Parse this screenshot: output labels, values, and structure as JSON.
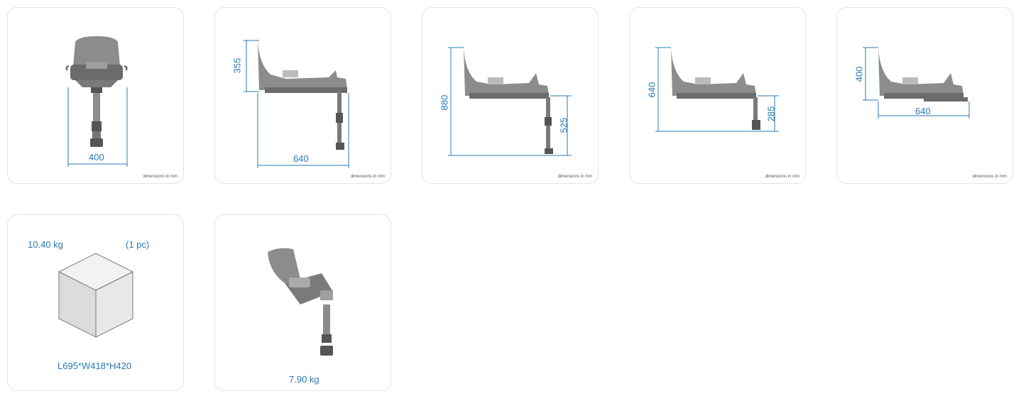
{
  "colors": {
    "accent": "#2a78b5",
    "seat": "#8c8c8c",
    "seat_dark": "#5e5e5e",
    "box": "#e6e6e6"
  },
  "footnote": "dimensions in mm",
  "tiles": [
    {
      "name": "front-view",
      "dims": {
        "width": "400"
      }
    },
    {
      "name": "side-view-folded",
      "dims": {
        "height": "355",
        "length": "640"
      }
    },
    {
      "name": "side-view-leg-max",
      "dims": {
        "total_height": "880",
        "leg_height": "525"
      }
    },
    {
      "name": "side-view-leg-min",
      "dims": {
        "total_height": "640",
        "leg_height": "285"
      }
    },
    {
      "name": "side-view-leg-stored",
      "dims": {
        "height": "400",
        "length": "640"
      }
    }
  ],
  "package": {
    "weight": "10.40 kg",
    "quantity": "(1 pc)",
    "size": "L695*W418*H420",
    "icon": "box-icon"
  },
  "product": {
    "weight": "7.90 kg",
    "icon": "car-seat-base-icon"
  }
}
